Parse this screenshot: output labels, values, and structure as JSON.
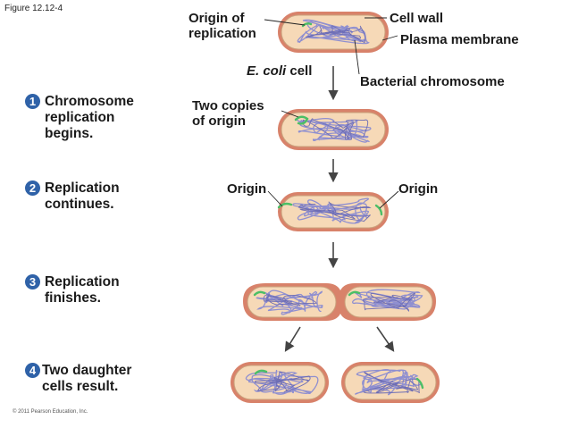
{
  "figure_label": "Figure 12.12-4",
  "copyright": "© 2011 Pearson Education, Inc.",
  "labels": {
    "origin_of_replication": [
      "Origin of",
      "replication"
    ],
    "cell_wall": "Cell wall",
    "plasma_membrane": "Plasma membrane",
    "ecoli_cell_italic": "E. coli",
    "ecoli_cell_rest": " cell",
    "bacterial_chromosome": "Bacterial chromosome",
    "two_copies_of_origin": [
      "Two copies",
      "of origin"
    ],
    "origin_left": "Origin",
    "origin_right": "Origin"
  },
  "steps": [
    {
      "number": "1",
      "text": [
        "Chromosome",
        "replication",
        "begins."
      ]
    },
    {
      "number": "2",
      "text": [
        "Replication",
        "continues."
      ]
    },
    {
      "number": "3",
      "text": [
        "Replication",
        "finishes."
      ]
    },
    {
      "number": "4",
      "text": [
        "Two daughter",
        "cells result."
      ]
    }
  ],
  "colors": {
    "cell_wall": "#d8826a",
    "cytoplasm": "#f6d9b7",
    "membrane": "#c9a27c",
    "chromosome": "#8f8fd0",
    "chromosome_dark": "#6d6db5",
    "origin": "#4bbf66",
    "step_badge": "#2f62a8",
    "arrow": "#444444"
  }
}
